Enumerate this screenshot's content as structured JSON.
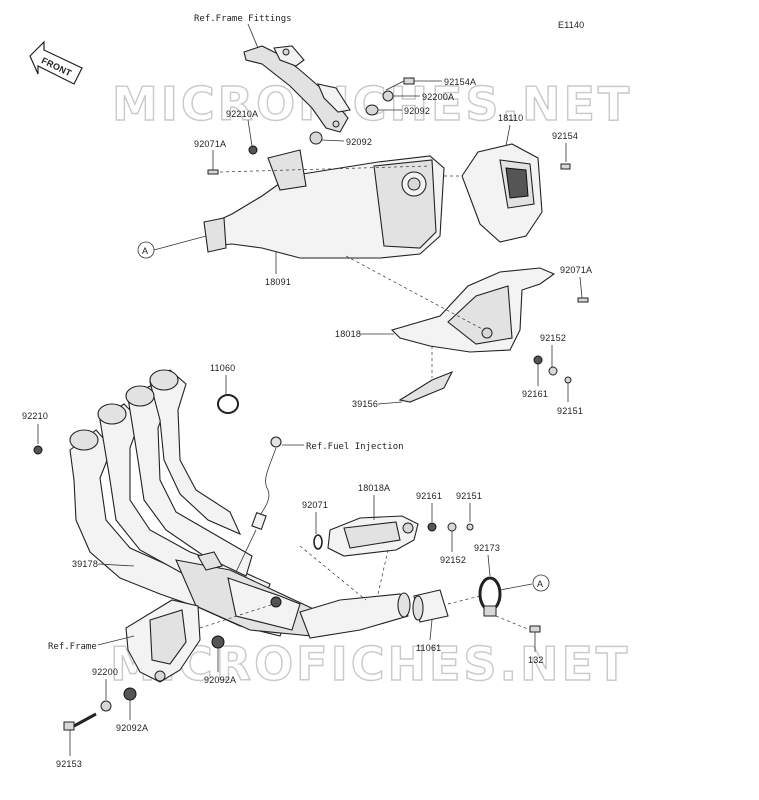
{
  "diagram_code": "E1140",
  "front_label": "FRONT",
  "watermark": [
    "MICROFICHES.NET",
    "MICROFICHES.NET"
  ],
  "callout_a": "A",
  "refs": {
    "frame_fittings": "Ref.Frame Fittings",
    "fuel_injection": "Ref.Fuel Injection",
    "frame": "Ref.Frame"
  },
  "parts": {
    "p92154A": "92154A",
    "p92200A": "92200A",
    "p92092_top": "92092",
    "p92092_mid": "92092",
    "p92210A": "92210A",
    "p92071A_left": "92071A",
    "p18110": "18110",
    "p92154": "92154",
    "p18091": "18091",
    "p92071A_right": "92071A",
    "p18018": "18018",
    "p92152_top": "92152",
    "p92161_top": "92161",
    "p92151_top": "92151",
    "p39156": "39156",
    "p11060": "11060",
    "p92210": "92210",
    "p18018A": "18018A",
    "p92161_mid": "92161",
    "p92151_mid": "92151",
    "p92071": "92071",
    "p92152_mid": "92152",
    "p92173": "92173",
    "p39178": "39178",
    "p11061": "11061",
    "p132": "132",
    "p92200": "92200",
    "p92092A_right": "92092A",
    "p92092A_left": "92092A",
    "p92153": "92153"
  }
}
